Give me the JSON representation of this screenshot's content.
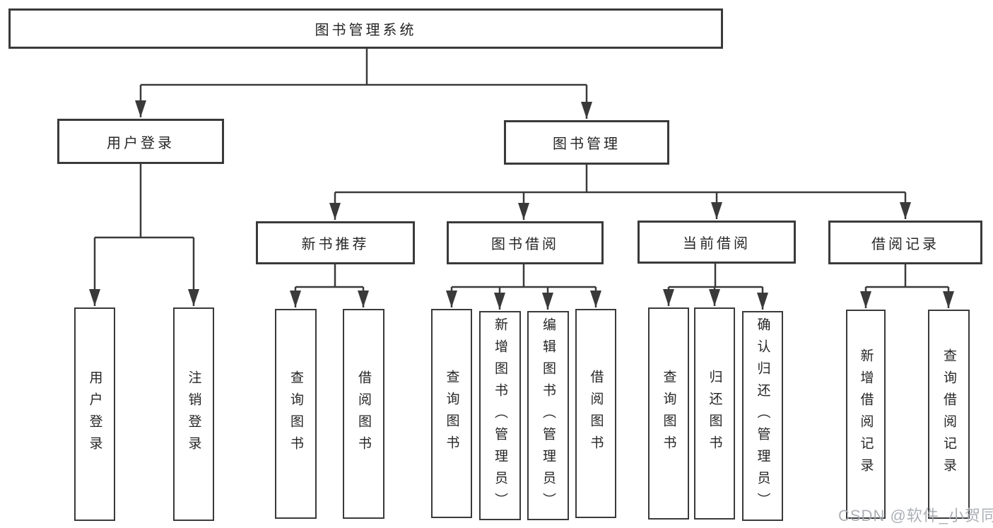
{
  "diagram": {
    "title": "图书管理系统",
    "nodes": {
      "root": "图书管理系统",
      "user_login": "用户登录",
      "book_mgmt": "图书管理",
      "new_book": "新书推荐",
      "book_borrow": "图书借阅",
      "current_borrow": "当前借阅",
      "borrow_record": "借阅记录",
      "user_login_children": [
        "用户登录",
        "注销登录"
      ],
      "new_book_children": [
        "查询图书",
        "借阅图书"
      ],
      "book_borrow_children": [
        "查询图书",
        "新增图书（管理员）",
        "编辑图书（管理员）",
        "借阅图书"
      ],
      "current_borrow_children": [
        "查询图书",
        "归还图书",
        "确认归还（管理员）"
      ],
      "borrow_record_children": [
        "新增借阅记录",
        "查询借阅记录"
      ]
    },
    "colors": {
      "line": "#3a3a3a",
      "text": "#262626",
      "background": "#ffffff",
      "watermark": "#a8acb1"
    }
  },
  "watermark": "CSDN @软件_小贺同学"
}
